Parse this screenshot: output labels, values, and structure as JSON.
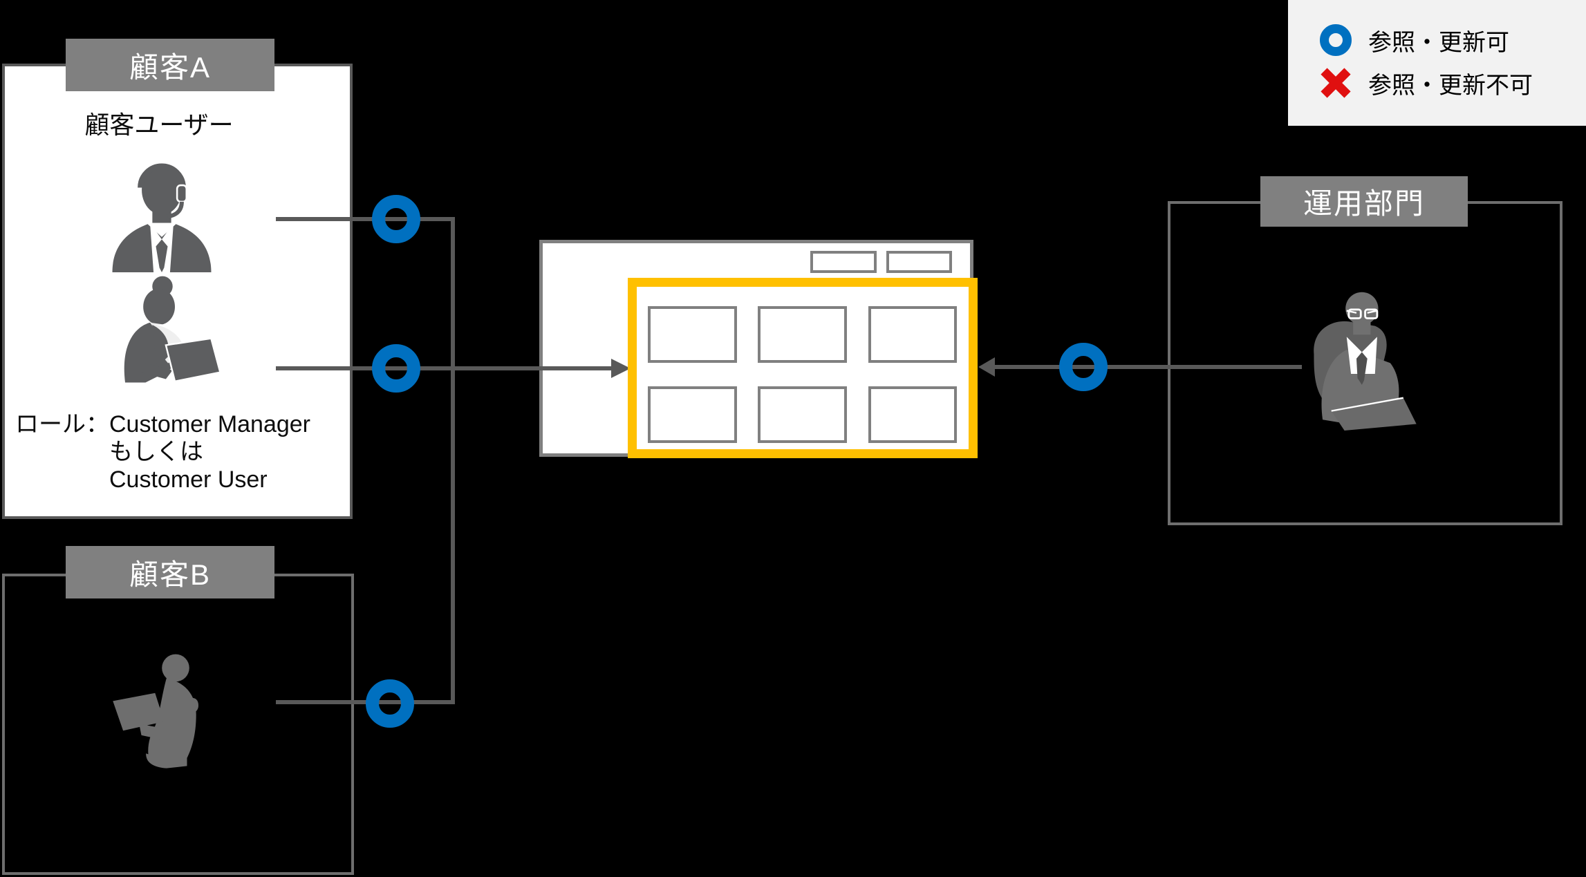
{
  "legend": {
    "items": [
      {
        "icon": "allowed-circle",
        "label": "参照・更新可"
      },
      {
        "icon": "denied-cross",
        "label": "参照・更新不可"
      }
    ]
  },
  "customer_a": {
    "title": "顧客A",
    "user_label": "顧客ユーザー",
    "role_prefix": "ロール：",
    "role_lines": [
      "Customer Manager",
      "もしくは",
      "Customer User"
    ]
  },
  "customer_b": {
    "title": "顧客B"
  },
  "operations_dept": {
    "title": "運用部門"
  },
  "colors": {
    "allowed_blue": "#0070C0",
    "denied_red": "#E01010",
    "highlight_yellow": "#FFC000",
    "connector_gray": "#595959",
    "header_gray": "#808080"
  }
}
